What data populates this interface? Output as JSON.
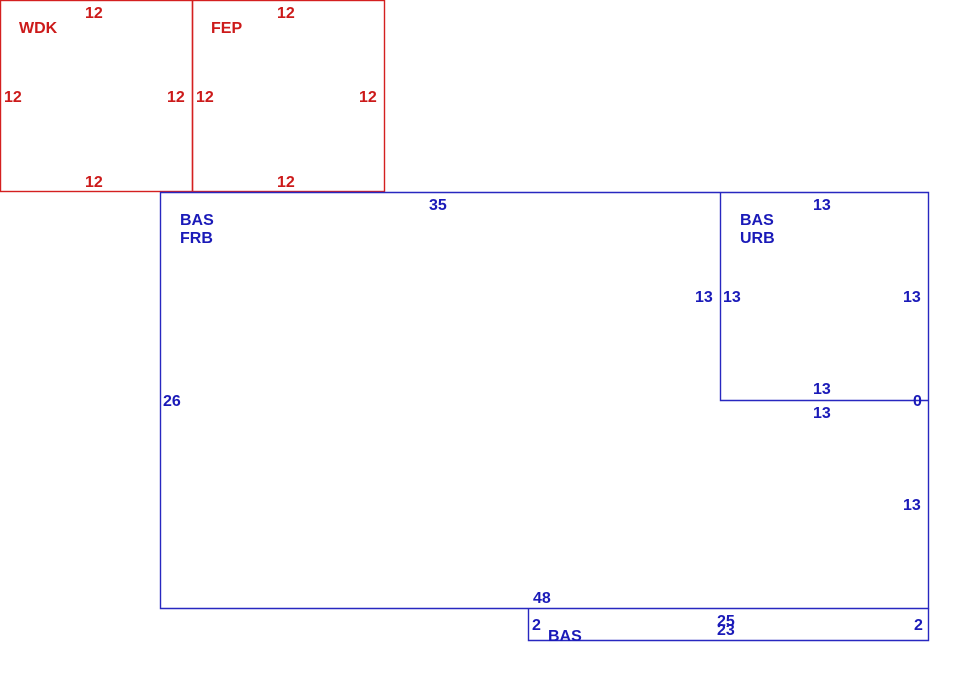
{
  "colors": {
    "red": "#cc1a1a",
    "blue": "#1a1ab8"
  },
  "sketch": {
    "wdk": {
      "name": "WDK",
      "top": "12",
      "left": "12",
      "right": "12",
      "bottom": "12"
    },
    "fep": {
      "name": "FEP",
      "top": "12",
      "left": "12",
      "right": "12",
      "bottom": "12"
    },
    "bas_frb": {
      "code1": "BAS",
      "code2": "FRB",
      "top": "35",
      "left": "26",
      "bottom": "48"
    },
    "bas_urb": {
      "code1": "BAS",
      "code2": "URB",
      "top": "13",
      "left_outer": "13",
      "left_inner": "13",
      "right": "13",
      "bottom_inner": "13",
      "bottom_outer": "13",
      "corner": "0"
    },
    "right_lower": "13",
    "bas_strip": {
      "code": "BAS",
      "left": "2",
      "right": "2",
      "top": "25",
      "bottom": "23"
    }
  }
}
